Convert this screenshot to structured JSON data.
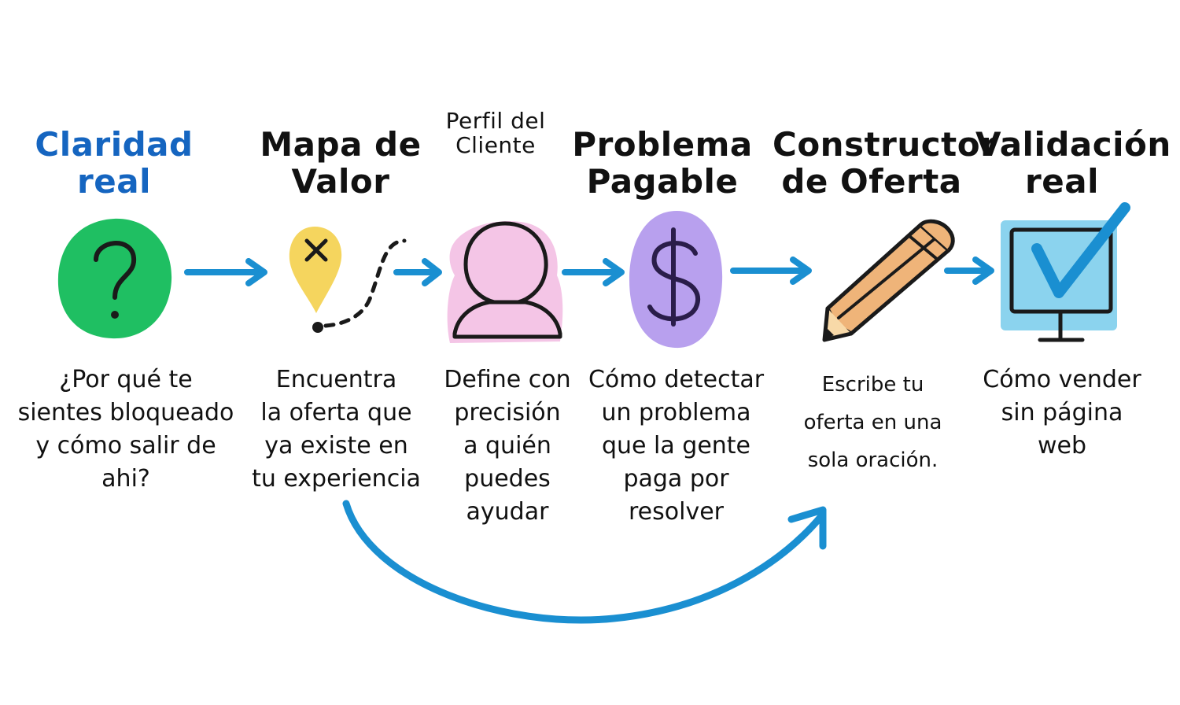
{
  "colors": {
    "arrow": "#1a8fd1",
    "title_accent": "#1565c0",
    "green": "#1fbf62",
    "yellow": "#f5d55e",
    "pink": "#f4c5e6",
    "purple": "#b8a0ee",
    "pencil": "#efb479",
    "monitor": "#8bd3ee",
    "ink": "#1a1a1a"
  },
  "steps": [
    {
      "title": "Claridad\nreal",
      "icon": "question-mark-icon",
      "description": "¿Por qué te\nsientes bloqueado\ny cómo salir de\nahi?"
    },
    {
      "title": "Mapa de\nValor",
      "icon": "map-pin-path-icon",
      "description": "Encuentra\nla oferta que\nya existe en\ntu experiencia"
    },
    {
      "title": "Perfil del\nCliente",
      "icon": "person-icon",
      "description": "Define con\nprecisión\na quién\npuedes\nayudar"
    },
    {
      "title": "Problema\nPagable",
      "icon": "dollar-icon",
      "description": "Cómo detectar\nun problema\nque la gente\npaga por\nresolver"
    },
    {
      "title": "Constructor\nde Oferta",
      "icon": "pencil-icon",
      "description": "Escribe tu\noferta en una\nsola oración."
    },
    {
      "title": "Validación\nreal",
      "icon": "monitor-check-icon",
      "description": "Cómo vender\nsin página\nweb"
    }
  ]
}
